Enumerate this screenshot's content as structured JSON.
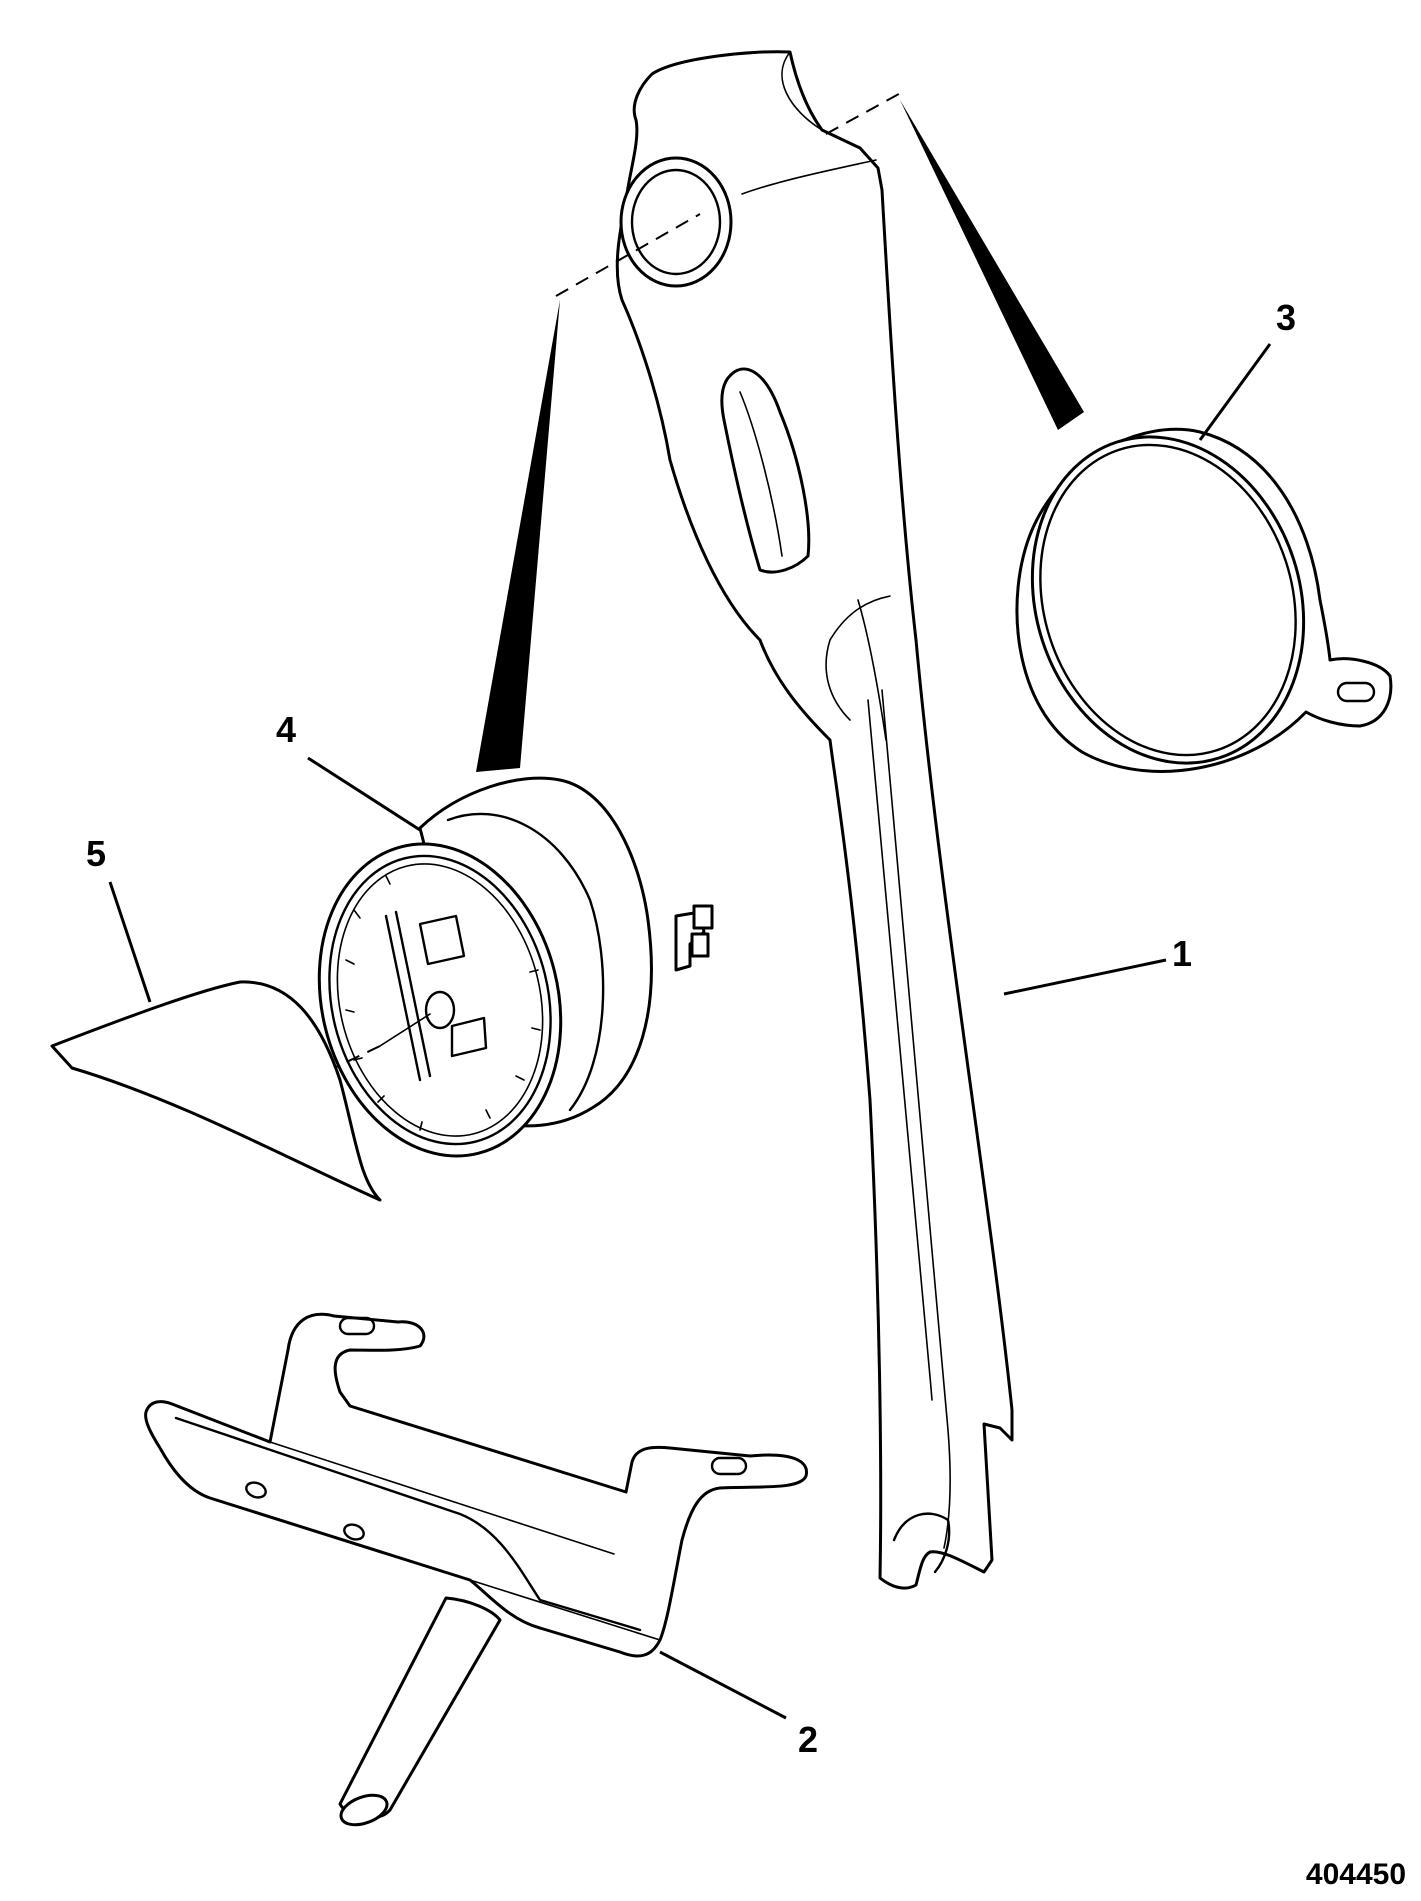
{
  "diagram": {
    "callouts": [
      {
        "id": "1",
        "label": "1"
      },
      {
        "id": "2",
        "label": "2"
      },
      {
        "id": "3",
        "label": "3"
      },
      {
        "id": "4",
        "label": "4"
      },
      {
        "id": "5",
        "label": "5"
      }
    ],
    "reference_number": "404450"
  }
}
